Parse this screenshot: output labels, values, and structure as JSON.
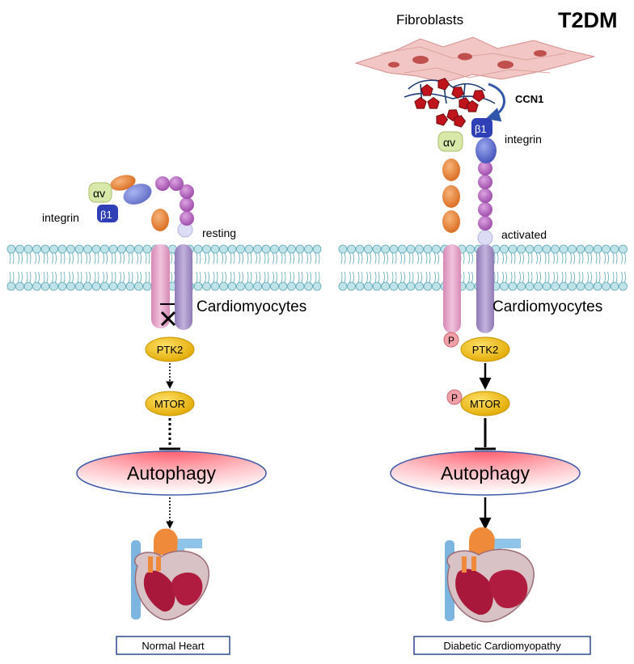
{
  "corner_title": "T2DM",
  "fibroblasts_label": "Fibroblasts",
  "ccn1_label": "CCN1",
  "left": {
    "integrin_label": "integrin",
    "alpha_label": "αv",
    "beta_label": "β1",
    "state_label": "resting",
    "cell_label": "Cardiomyocytes",
    "ptk2_label": "PTK2",
    "mtor_label": "MTOR",
    "autophagy_label": "Autophagy",
    "heart_caption": "Normal Heart"
  },
  "right": {
    "integrin_label": "integrin",
    "alpha_label": "αv",
    "beta_label": "β1",
    "state_label": "activated",
    "cell_label": "Cardiomyocytes",
    "phospho_label": "P",
    "ptk2_label": "PTK2",
    "mtor_label": "MTOR",
    "autophagy_label": "Autophagy",
    "heart_caption": "Diabetic Cardiomyopathy"
  },
  "colors": {
    "membrane_head": "#bfe3e8",
    "membrane_stroke": "#5aa7b5",
    "kinase_fill": "#f2b705",
    "alpha_chain": "#e98a3a",
    "beta_chain": "#b35bbd",
    "tail_pink": "#e2a6c8",
    "tail_purple": "#a590c4",
    "ccn1_red": "#c0141c",
    "fibroblast": "#f2c6c4",
    "heart_red": "#b5173a"
  }
}
